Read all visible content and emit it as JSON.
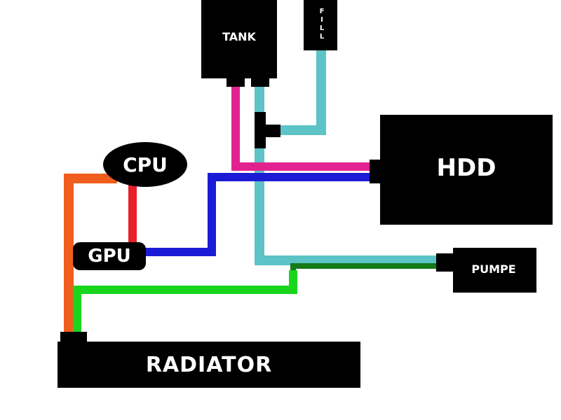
{
  "components": {
    "tank": "TANK",
    "fill": "F\nI\nL\nL",
    "hdd": "HDD",
    "cpu": "CPU",
    "gpu": "GPU",
    "pumpe": "PUMPE",
    "radiator": "RADIATOR"
  },
  "colors": {
    "block": "#000000",
    "background": "#ffffff",
    "cyan_tube": "#5cc3c6",
    "magenta_tube": "#e2238f",
    "blue_tube": "#1b1bd6",
    "red_tube": "#e8202b",
    "orange_tube": "#f05d1e",
    "green_tube": "#19d61c",
    "dark_green_tube": "#167a17"
  }
}
